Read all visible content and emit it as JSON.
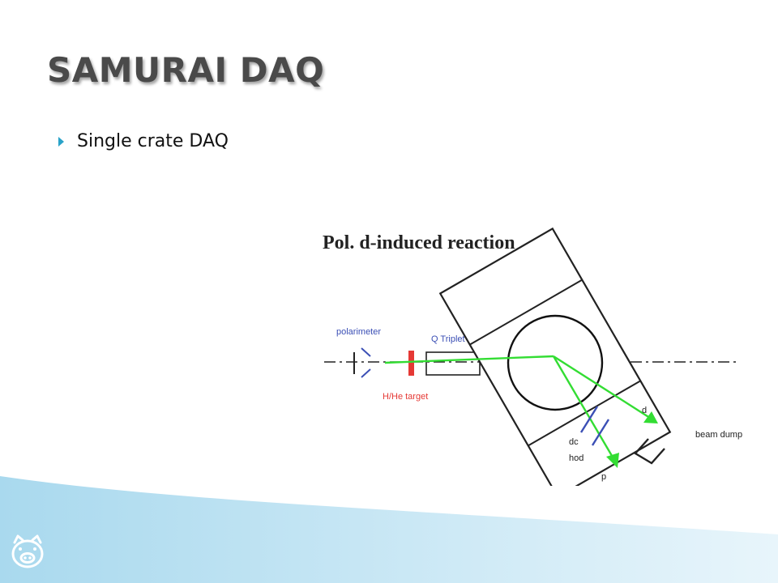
{
  "slide": {
    "title": "SAMURAI DAQ",
    "bullets": [
      "Single crate DAQ"
    ]
  },
  "diagram": {
    "title": "Pol. d-induced reaction",
    "labels": {
      "polarimeter": "polarimeter",
      "q_triplet": "Q Triplet",
      "target": "H/He target",
      "d": "d",
      "beam_dump": "beam dump",
      "dc": "dc",
      "hod": "hod",
      "p": "p"
    },
    "colors": {
      "beam": "#33dd33",
      "target": "#e53935",
      "polarimeter_label": "#3b4fb5",
      "q_triplet_label": "#3b4fb5",
      "target_label": "#e53935",
      "line": "#222222"
    }
  },
  "theme": {
    "accent": "#2aa3c9",
    "wave": "#b7dff0"
  },
  "icons": [
    "bullet-arrow-icon",
    "pig-logo-icon"
  ]
}
